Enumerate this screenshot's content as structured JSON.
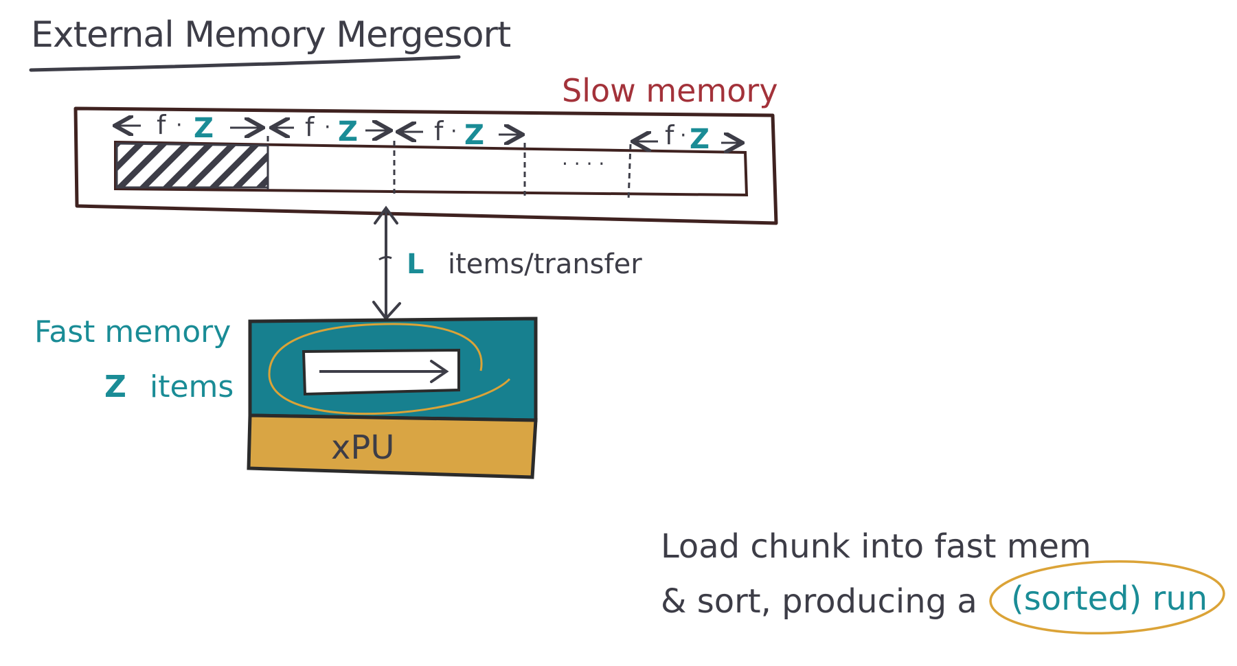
{
  "title": "External Memory Mergesort",
  "slow_memory": {
    "label": "Slow memory",
    "segments": [
      {
        "f": "f",
        "dot": "·",
        "z": "Z"
      },
      {
        "f": "f",
        "dot": "·",
        "z": "Z"
      },
      {
        "f": "f",
        "dot": "·",
        "z": "Z"
      },
      {
        "f": "f",
        "dot": "·",
        "z": "Z"
      }
    ],
    "ellipsis": "· · · ·"
  },
  "transfer": {
    "var": "L",
    "text": "items/transfer"
  },
  "fast_memory": {
    "label": "Fast memory",
    "size_var": "Z",
    "size_text": "items"
  },
  "processor_label": "xPU",
  "caption": {
    "line1": "Load chunk into fast mem",
    "line2_prefix": "& sort, producing a",
    "line2_highlight": "(sorted) run"
  },
  "colors": {
    "ink": "#3d3d47",
    "slow": "#a3323a",
    "teal": "#1a8c96",
    "fast_fill": "#17808f",
    "cpu_fill": "#d9a544",
    "highlight": "#dba337",
    "box_outline": "#3f2220"
  }
}
